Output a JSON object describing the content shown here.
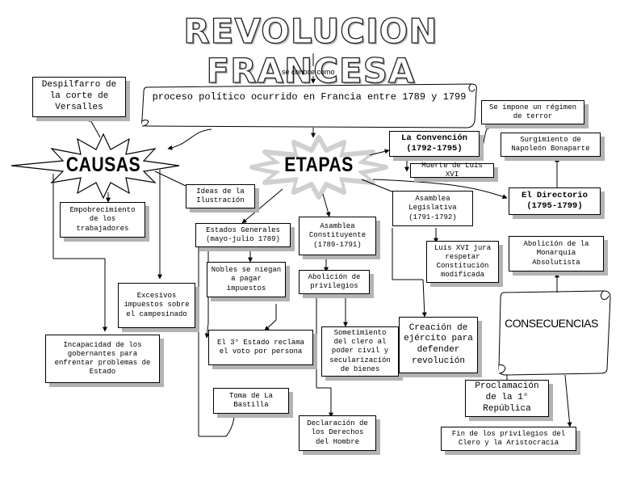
{
  "title": "REVOLUCION FRANCESA",
  "connector_label": "se conoce como",
  "definition": "proceso político ocurrido en Francia entre 1789 y 1799",
  "causas": {
    "label": "CAUSAS",
    "items": [
      "Despilfarro de la corte de Versalles",
      "Empobrecimiento de los trabajadores",
      "Ideas de la Ilustración",
      "Excesivos impuestos sobre el campesinado",
      "Incapacidad de los gobernantes para enfrentar problemas de Estado"
    ]
  },
  "etapas": {
    "label": "ETAPAS",
    "estados_generales": {
      "title": "Estados Generales (mayo-julio 1789)",
      "items": [
        "Nobles se niegan a pagar impuestos",
        "El 3° Estado reclama el voto por persona",
        "Toma de La Bastilla"
      ]
    },
    "asamblea_constituyente": {
      "title": "Asamblea Constituyente (1789-1791)",
      "items": [
        "Abolición de privilegios",
        "Sometimiento del clero al poder civil y secularización de bienes",
        "Declaración de los Derechos del Hombre"
      ]
    },
    "asamblea_legislativa": {
      "title": "Asamblea Legislativa (1791-1792)",
      "items": [
        "Luis XVI jura respetar Constitución modificada",
        "Creación de ejército para defender revolución"
      ]
    },
    "convencion": {
      "title": "La Convención (1792-1795)",
      "items": [
        "Muerte de Luis XVI",
        "Se impone un régimen de terror"
      ]
    },
    "directorio": {
      "title": "El Directorio (1795-1799)",
      "items": [
        "Surgimiento de Napoleón Bonaparte"
      ]
    }
  },
  "consecuencias": {
    "label": "CONSECUENCIAS",
    "items": [
      "Abolición de la Monarquía Absolutista",
      "Proclamación de la 1° República",
      "Fin de los privilegios del Clero y la Aristocracia"
    ]
  }
}
